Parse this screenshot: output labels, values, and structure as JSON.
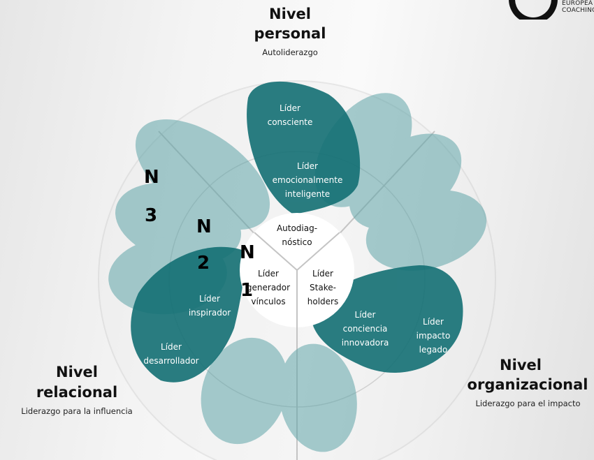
{
  "header": {
    "level_personal": {
      "line1": "Nivel",
      "line2": "personal",
      "subtitle": "Autoliderazgo"
    }
  },
  "levels": {
    "relacional": {
      "line1": "Nivel",
      "line2": "relacional",
      "subtitle": "Liderazgo para la influencia"
    },
    "organizacional": {
      "line1": "Nivel",
      "line2": "organizacional",
      "subtitle": "Liderazgo para el impacto"
    }
  },
  "rings": {
    "n3": {
      "line1": "N",
      "line2": "3"
    },
    "n2": {
      "line1": "N",
      "line2": "2"
    },
    "n1": {
      "line1": "N",
      "line2": "1"
    }
  },
  "petals": {
    "consciente": {
      "line1": "Líder",
      "line2": "consciente"
    },
    "emocional": {
      "line1": "Líder",
      "line2": "emocionalmente",
      "line3": "inteligente"
    },
    "inspirador": {
      "line1": "Líder",
      "line2": "inspirador"
    },
    "desarrollador": {
      "line1": "Líder",
      "line2": "desarrollador"
    },
    "conciencia": {
      "line1": "Líder",
      "line2": "conciencia",
      "line3": "innovadora"
    },
    "impacto": {
      "line1": "Líder",
      "line2": "impacto",
      "line3": "legado"
    }
  },
  "core": {
    "top": {
      "line1": "Autodiag-",
      "line2": "nóstico"
    },
    "left": {
      "line1": "Líder",
      "line2": "generador",
      "line3": "vínculos"
    },
    "right": {
      "line1": "Líder",
      "line2": "Stake-",
      "line3": "holders"
    }
  },
  "logo": {
    "line1": "EUROPEA",
    "line2": "COACHING"
  },
  "colors": {
    "petal_dark": "#136f73",
    "petal_light": "#5fa4a8",
    "ring": "#bfbfbf",
    "core": "#ffffff"
  }
}
